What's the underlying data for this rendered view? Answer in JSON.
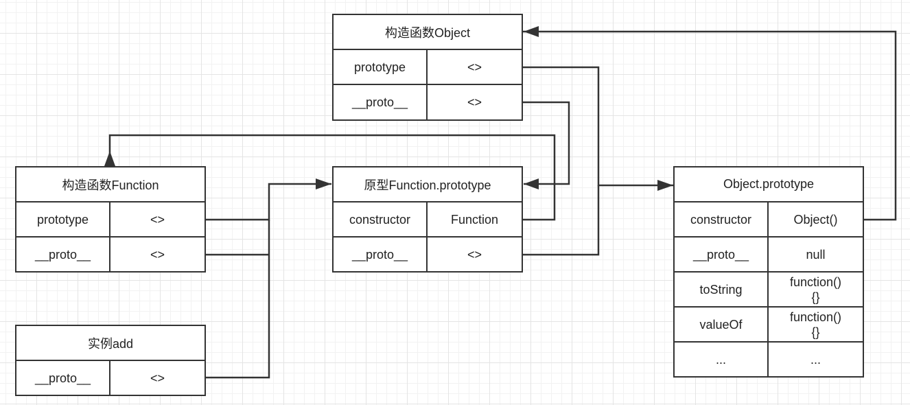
{
  "boxes": {
    "object_ctor": {
      "title": "构造函数Object",
      "rows": [
        {
          "key": "prototype",
          "value": "<>"
        },
        {
          "key": "__proto__",
          "value": "<>"
        }
      ]
    },
    "function_ctor": {
      "title": "构造函数Function",
      "rows": [
        {
          "key": "prototype",
          "value": "<>"
        },
        {
          "key": "__proto__",
          "value": "<>"
        }
      ]
    },
    "function_prototype": {
      "title": "原型Function.prototype",
      "rows": [
        {
          "key": "constructor",
          "value": "Function"
        },
        {
          "key": "__proto__",
          "value": "<>"
        }
      ]
    },
    "instance_add": {
      "title": "实例add",
      "rows": [
        {
          "key": "__proto__",
          "value": "<>"
        }
      ]
    },
    "object_prototype": {
      "title": "Object.prototype",
      "rows": [
        {
          "key": "constructor",
          "value": "Object()"
        },
        {
          "key": "__proto__",
          "value": "null"
        },
        {
          "key": "toString",
          "value": "function()\n{}"
        },
        {
          "key": "valueOf",
          "value": "function()\n{}"
        },
        {
          "key": "...",
          "value": "..."
        }
      ]
    }
  },
  "colors": {
    "line": "#333333",
    "grid": "#e4e4e4",
    "background": "#ffffff"
  }
}
